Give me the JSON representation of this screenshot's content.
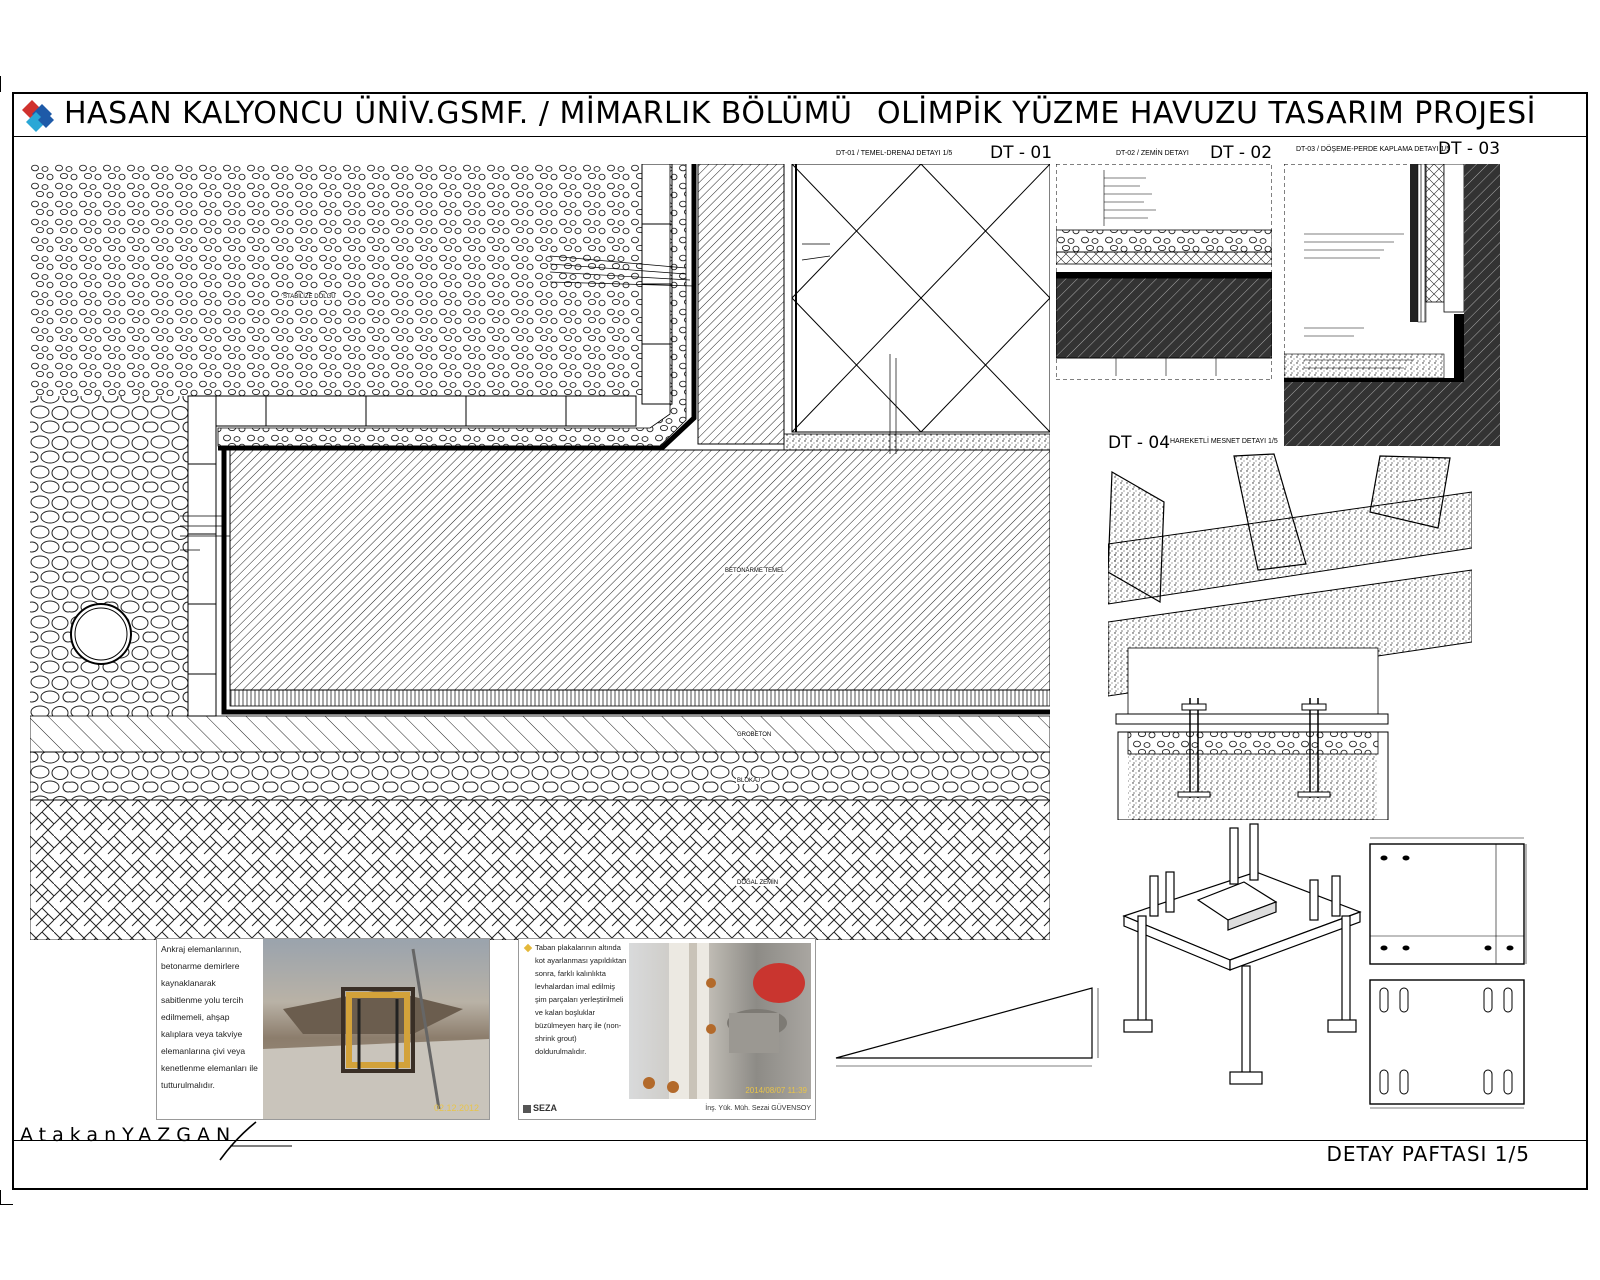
{
  "header": {
    "left_title": "HASAN KALYONCU ÜNİV.GSMF. / MİMARLIK BÖLÜMÜ",
    "right_title": "OLİMPİK YÜZME HAVUZU TASARIM PROJESİ"
  },
  "details": [
    {
      "label": "DT - 01",
      "caption": "DT-01 / TEMEL-DRENAJ DETAYI 1/5"
    },
    {
      "label": "DT - 02",
      "caption": "DT-02 / ZEMİN DETAYI"
    },
    {
      "label": "DT - 03",
      "caption": "DT-03 / DÖŞEME-PERDE KAPLAMA DETAYI 1/5"
    },
    {
      "label": "DT - 04",
      "caption": "HAREKETLİ MESNET DETAYI 1/5"
    }
  ],
  "dt01_labels": {
    "stabilize": "STABİLİZE DOLGU",
    "beton": "BETONARME TEMEL",
    "grobeton": "GROBETON",
    "blokaj": "BLOKAJ",
    "dogal_zemin": "DOĞAL ZEMİN"
  },
  "photo1": {
    "text": "Ankraj elemanlarının, betonarme demirlere kaynaklanarak sabitlenme yolu tercih edilmemeli, ahşap kalıplara veya takviye elemanlarına çivi veya kenetlenme elemanları ile tutturulmalıdır.",
    "stamp": "02.12.2012"
  },
  "photo2": {
    "text": "Taban plakalarının altında kot ayarlanması yapıldıktan sonra, farklı kalınlıkta levhalardan imal edilmiş şim parçaları yerleştirilmeli ve kalan boşluklar büzülmeyen harç ile (non-shrink grout) doldurulmalıdır.",
    "stamp": "2014/08/07 11:39",
    "brand": "SEZA",
    "credit": "İnş. Yük. Müh. Sezai GÜVENSOY"
  },
  "footer": {
    "author_first": "Atakan",
    "author_last": "YAZGAN",
    "sheet": "DETAY PAFTASI 1/5"
  },
  "colors": {
    "logo_red": "#d0312d",
    "logo_blue": "#1e5aa8",
    "logo_cyan": "#2aa7d6"
  }
}
